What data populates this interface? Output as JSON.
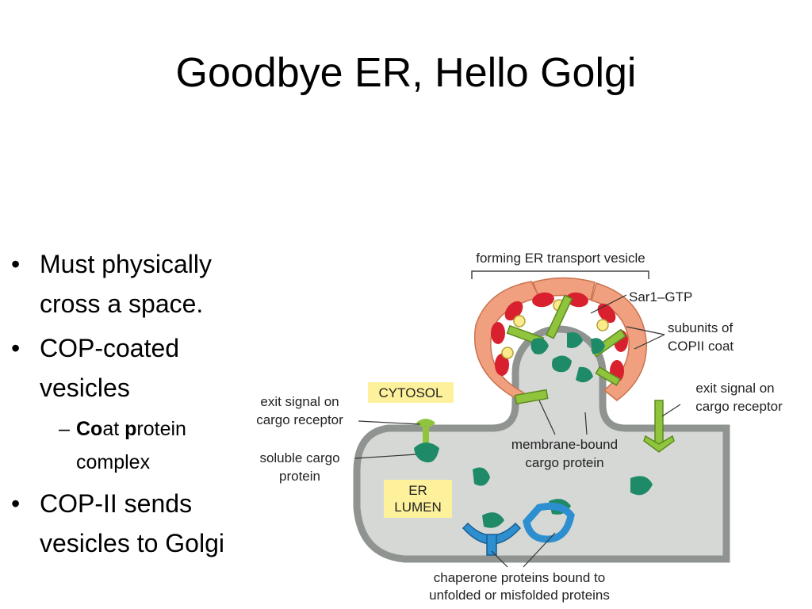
{
  "slide": {
    "title": "Goodbye ER, Hello Golgi",
    "bullets": [
      {
        "marker": "•",
        "lines": [
          "Must physically",
          "cross a space."
        ]
      },
      {
        "marker": "•",
        "lines": [
          "COP-coated",
          "vesicles"
        ]
      }
    ],
    "sub_bullet": {
      "marker": "–",
      "parts": [
        {
          "text": "Co",
          "bold": true
        },
        {
          "text": "at ",
          "bold": false
        },
        {
          "text": "p",
          "bold": true
        },
        {
          "text": "rotein",
          "bold": false
        }
      ],
      "line2": "complex"
    },
    "bullet3": {
      "marker": "•",
      "lines": [
        "COP-II sends",
        "vesicles to Golgi"
      ]
    }
  },
  "diagram": {
    "labels": {
      "forming_vesicle": "forming ER transport vesicle",
      "sar1": "Sar1–GTP",
      "subunits_1": "subunits of",
      "subunits_2": "COPII coat",
      "cytosol": "CYTOSOL",
      "exit_left_1": "exit signal on",
      "exit_left_2": "cargo receptor",
      "exit_right_1": "exit signal on",
      "exit_right_2": "cargo receptor",
      "soluble_1": "soluble cargo",
      "soluble_2": "protein",
      "membrane_1": "membrane-bound",
      "membrane_2": "cargo protein",
      "er_1": "ER",
      "er_2": "LUMEN",
      "chaperone_1": "chaperone proteins bound to",
      "chaperone_2": "unfolded or misfolded proteins"
    },
    "colors": {
      "lumen": "#d6d8d6",
      "membrane": "#8f9491",
      "coat_outer": "#f0a07e",
      "coat_red": "#d8202e",
      "receptor": "#8fc43c",
      "cargo": "#1f8a68",
      "chaperone": "#2d8fd0",
      "label_box": "#fdf19c"
    }
  }
}
